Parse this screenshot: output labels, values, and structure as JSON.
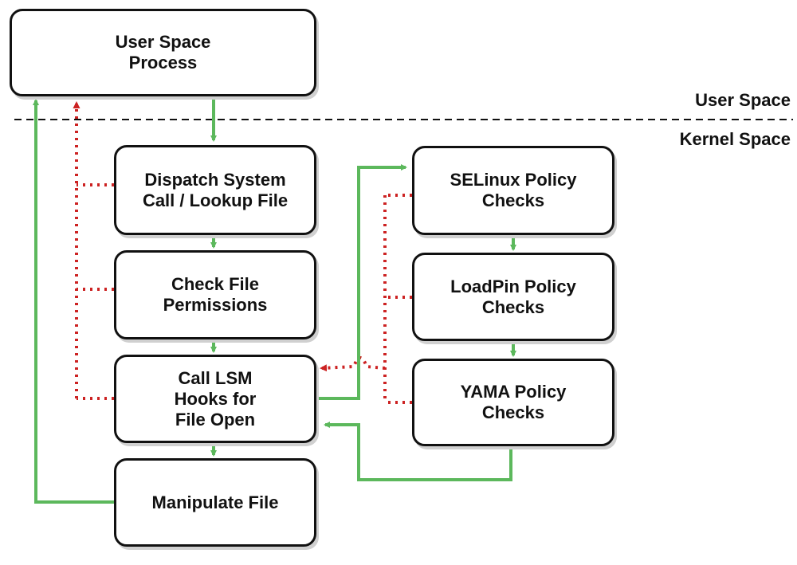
{
  "regions": {
    "user_space": "User Space",
    "kernel_space": "Kernel Space"
  },
  "boxes": {
    "user_process": "User Space\nProcess",
    "dispatch": "Dispatch System\nCall / Lookup File",
    "check_perms": "Check File\nPermissions",
    "call_lsm": "Call LSM\nHooks for\nFile Open",
    "manipulate": "Manipulate File",
    "selinux": "SELinux Policy\nChecks",
    "loadpin": "LoadPin Policy\nChecks",
    "yama": "YAMA Policy\nChecks"
  },
  "colors": {
    "success_path": "#5cb85c",
    "deny_path": "#cc2222",
    "box_border": "#111111",
    "divider": "#111111"
  }
}
